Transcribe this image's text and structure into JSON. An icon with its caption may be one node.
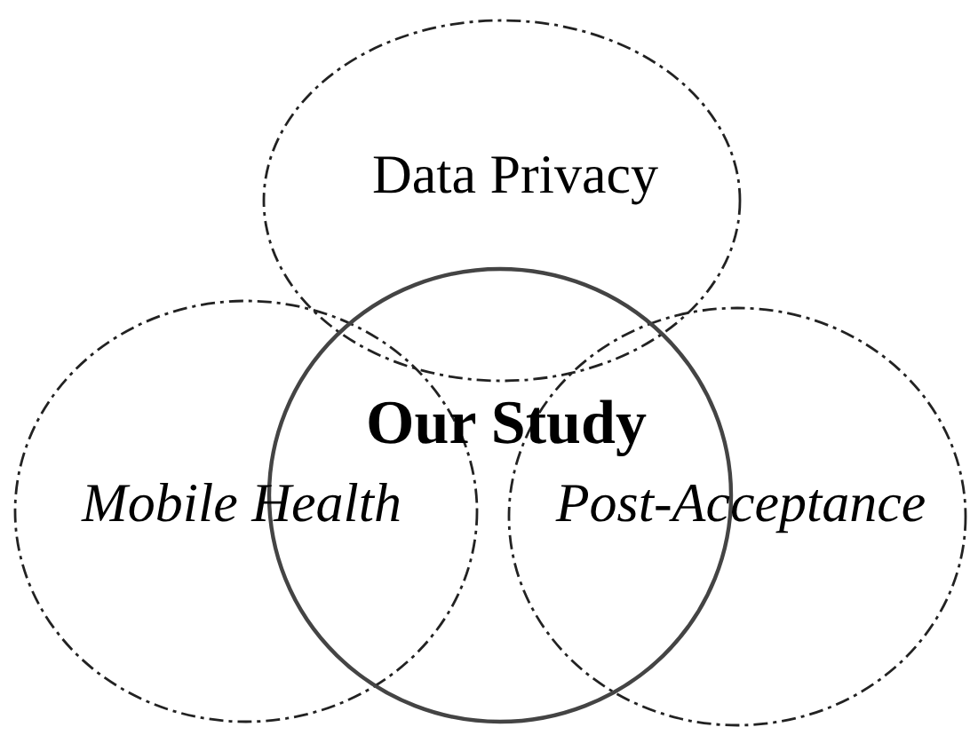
{
  "diagram": {
    "nodes": [
      {
        "text": [
          "Data Privacy"
        ]
      },
      {
        "text": [
          "Mobile Health"
        ]
      },
      {
        "text": [
          "Post-Acceptance"
        ]
      },
      {
        "text": [
          "Our Study"
        ]
      }
    ]
  }
}
